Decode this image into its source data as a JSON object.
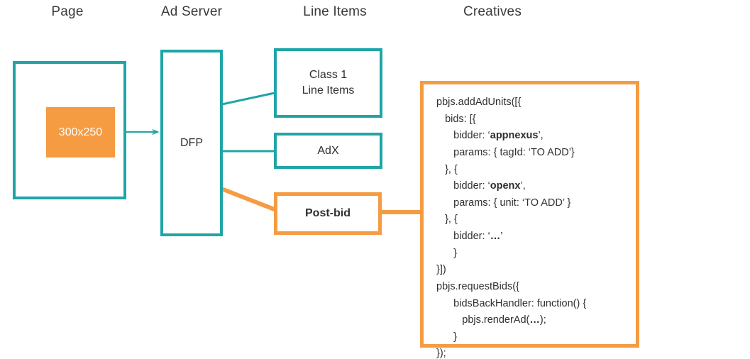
{
  "colors": {
    "teal": "#1fa5a8",
    "orange": "#f59b42",
    "text": "#2f2f2f",
    "header_text": "#3a3a3a",
    "background": "#ffffff"
  },
  "headers": {
    "page": "Page",
    "ad_server": "Ad Server",
    "line_items": "Line Items",
    "creatives": "Creatives"
  },
  "nodes": {
    "page_box": {
      "label": ""
    },
    "ad_slot": {
      "label": "300x250"
    },
    "dfp": {
      "label": "DFP"
    },
    "class1": {
      "line1": "Class 1",
      "line2": "Line Items"
    },
    "adx": {
      "label": "AdX"
    },
    "postbid": {
      "label": "Post-bid"
    }
  },
  "creative_code": {
    "lines": [
      "pbjs.addAdUnits([{",
      "   bids: [{",
      "      bidder: ‘appnexus’,",
      "      params: { tagId: ‘TO ADD’}",
      "   }, {",
      "      bidder: ‘openx’,",
      "      params: { unit: ‘TO ADD’ }",
      "   }, {",
      "      bidder: ‘…’",
      "      }",
      "}])",
      "pbjs.requestBids({",
      "      bidsBackHandler: function() {",
      "         pbjs.renderAd(…);",
      "      }",
      "});"
    ],
    "bold_tokens": [
      "appnexus",
      "openx",
      "…"
    ]
  },
  "connectors": [
    {
      "name": "adslot-to-dfp",
      "color": "#1fa5a8",
      "arrow": true
    },
    {
      "name": "dfp-to-class1",
      "color": "#1fa5a8",
      "arrow": false
    },
    {
      "name": "dfp-to-adx",
      "color": "#1fa5a8",
      "arrow": false
    },
    {
      "name": "dfp-to-postbid",
      "color": "#f59b42",
      "arrow": false
    },
    {
      "name": "postbid-to-creative",
      "color": "#f59b42",
      "arrow": false
    }
  ]
}
